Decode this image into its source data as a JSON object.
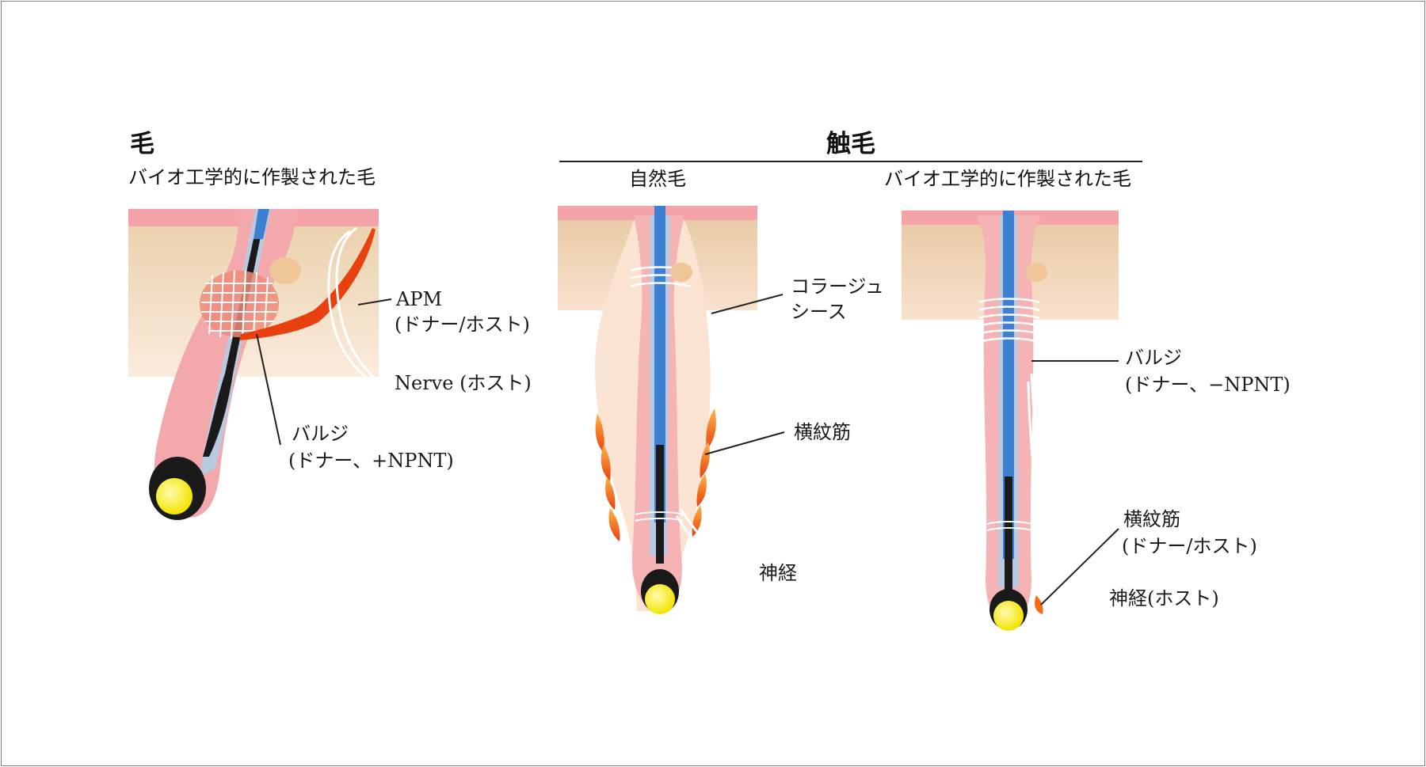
{
  "panel_hair": {
    "title": "毛",
    "subtitle": "バイオ工学的に作製された毛",
    "labels": {
      "apm_1": "APM",
      "apm_2": "(ドナー/ホスト)",
      "nerve": "Nerve (ホスト)",
      "bulge_1": "バルジ",
      "bulge_2": "(ドナー、+NPNT)"
    }
  },
  "panel_vibrissa": {
    "title": "触毛",
    "natural": {
      "subtitle": "自然毛",
      "labels": {
        "collagen_1": "コラージュ",
        "collagen_2": "シース",
        "muscle": "横紋筋",
        "nerve": "神経"
      }
    },
    "bio": {
      "subtitle": "バイオ工学的に作製された毛",
      "labels": {
        "bulge_1": "バルジ",
        "bulge_2": "(ドナー、−NPNT)",
        "muscle_1": "横紋筋",
        "muscle_2": "(ドナー/ホスト)",
        "nerve": "神経(ホスト)"
      }
    }
  },
  "colors": {
    "epidermis": "#f4a3a8",
    "dermis": "#f2d7b7",
    "sheath": "#f6b3b6",
    "shaft_blue": "#3d7fd0",
    "shaft_gray": "#b9c9df",
    "bulb_black": "#1a1a1a",
    "papilla": "#fdf35a",
    "muscle_orange": "#f36b13",
    "thread_white": "#ffffff"
  }
}
